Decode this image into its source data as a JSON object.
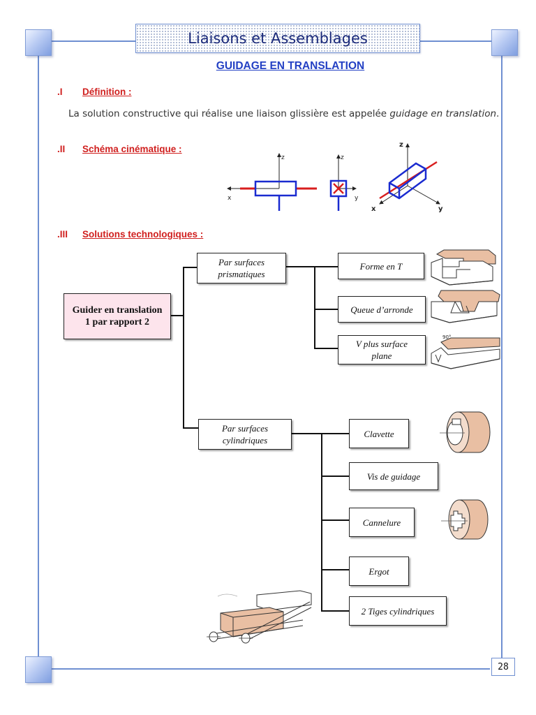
{
  "header": {
    "title": "Liaisons et Assemblages",
    "subtitle": "GUIDAGE EN TRANSLATION"
  },
  "sections": [
    {
      "number": ".I",
      "title": "Définition :"
    },
    {
      "number": ".II",
      "title": "Schéma cinématique :"
    },
    {
      "number": ".III",
      "title": "Solutions technologiques :"
    }
  ],
  "definition": {
    "text_before": "La solution constructive qui réalise une liaison glissière est appelée ",
    "term": "guidage en translation",
    "text_after": "."
  },
  "schema_labels": {
    "x": "x",
    "y": "y",
    "z": "z"
  },
  "diagram": {
    "root": "Guider en translation 1 par rapport 2",
    "prismatic": {
      "label": "Par surfaces prismatiques",
      "children": [
        "Forme en T",
        "Queue d’arronde",
        "V plus surface plane"
      ]
    },
    "cylindrical": {
      "label": "Par surfaces cylindriques",
      "children": [
        "Clavette",
        "Vis de guidage",
        "Cannelure",
        "Ergot",
        "2 Tiges cylindriques"
      ]
    },
    "v_angle_label": "90°"
  },
  "footer": {
    "page_number": "28"
  },
  "colors": {
    "frame": "#6f8fd1",
    "title_text": "#1b2a7a",
    "subtitle_text": "#2340c4",
    "section_red": "#d0201f",
    "root_fill": "#fde4ec",
    "wood": "#e9bfa3",
    "axis_red": "#d81e1e",
    "schema_blue": "#1a2bd0"
  }
}
